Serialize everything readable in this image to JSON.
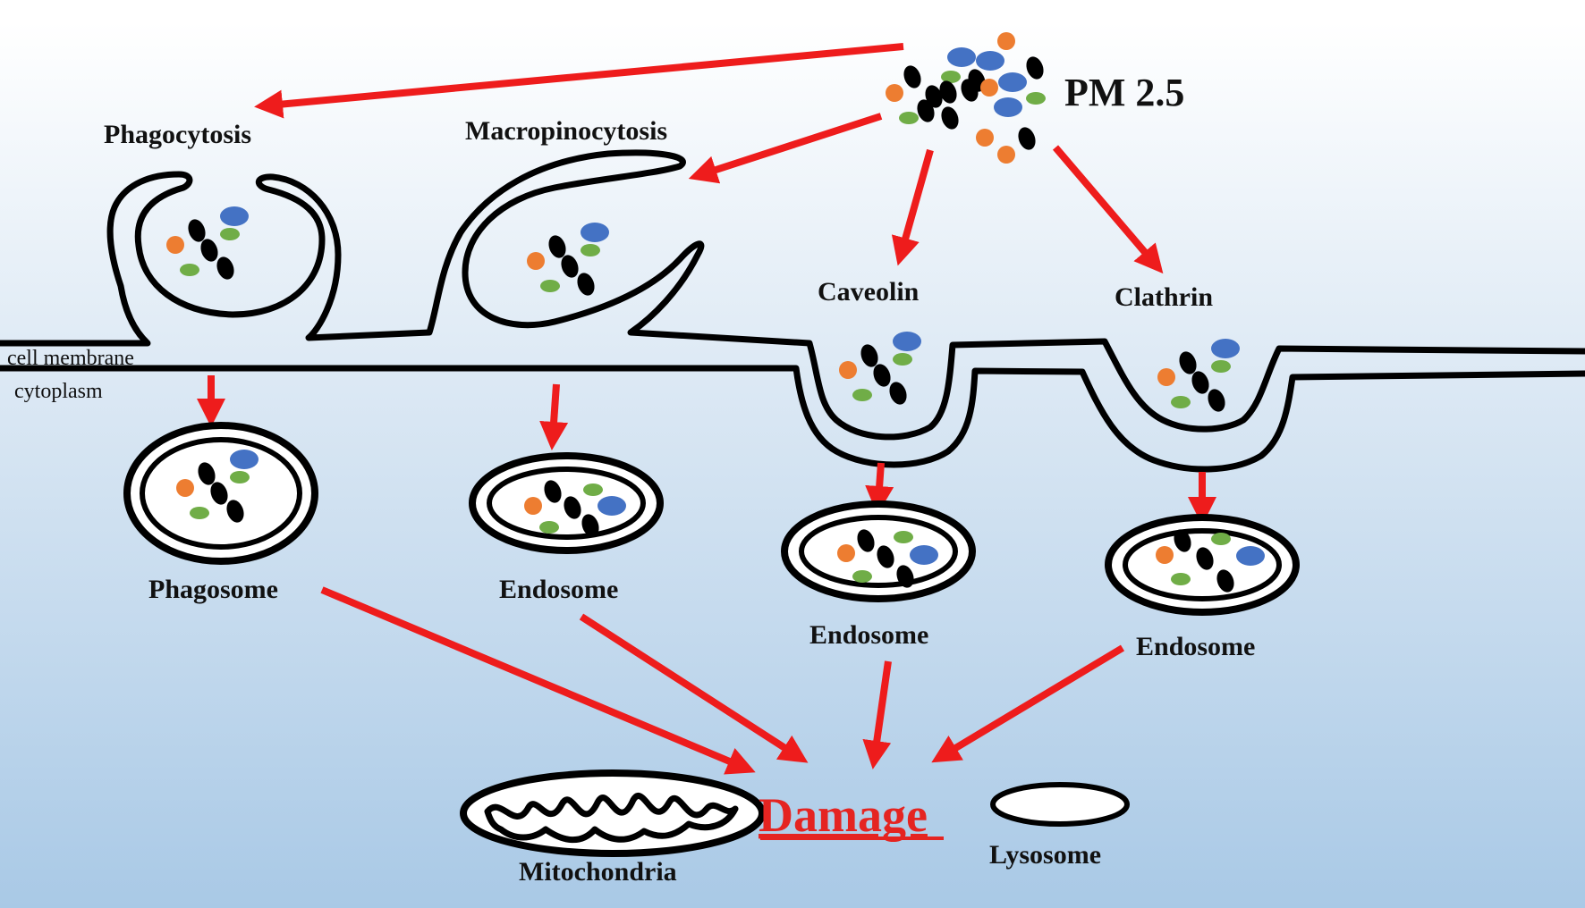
{
  "labels": {
    "pm25": "PM 2.5",
    "phagocytosis": "Phagocytosis",
    "macropinocytosis": "Macropinocytosis",
    "caveolin": "Caveolin",
    "clathrin": "Clathrin",
    "cell_membrane": "cell membrane",
    "cytoplasm": "cytoplasm",
    "phagosome": "Phagosome",
    "endosome_macro": "Endosome",
    "endosome_caveolin": "Endosome",
    "endosome_clathrin": "Endosome",
    "damage": "Damage",
    "mitochondria": "Mitochondria",
    "lysosome": "Lysosome"
  },
  "colors": {
    "arrow": "#ee1c1c",
    "damage_text": "#e52421",
    "particle_black": "#000000",
    "particle_blue": "#4472c4",
    "particle_green": "#70ad47",
    "particle_orange": "#ed7d31",
    "background_top": "#ffffff",
    "background_bottom": "#a9c9e6"
  },
  "particle_types": [
    "black",
    "blue",
    "green",
    "orange"
  ]
}
